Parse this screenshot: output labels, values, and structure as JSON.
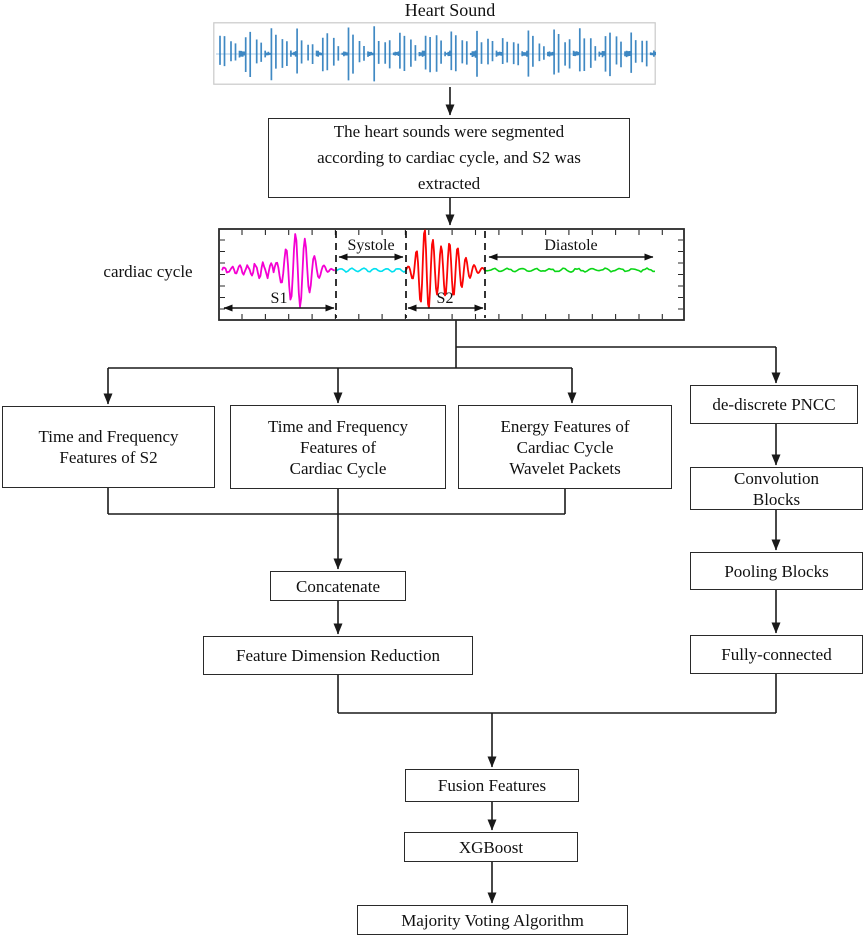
{
  "title": "Heart Sound",
  "nodes": {
    "segmentation": {
      "lines": [
        "The heart sounds were segmented",
        "according to cardiac cycle, and S2 was",
        "extracted"
      ]
    },
    "tf_s2": {
      "lines": [
        "Time and Frequency",
        "Features of S2"
      ]
    },
    "tf_cycle": {
      "lines": [
        "Time and Frequency",
        "Features of",
        "Cardiac Cycle"
      ]
    },
    "energy_wavelet": {
      "lines": [
        "Energy Features of",
        "Cardiac Cycle",
        "Wavelet Packets"
      ]
    },
    "pncc": {
      "lines": [
        "de-discrete PNCC"
      ]
    },
    "conv": {
      "lines": [
        "Convolution",
        "Blocks"
      ]
    },
    "pool": {
      "lines": [
        "Pooling Blocks"
      ]
    },
    "fc": {
      "lines": [
        "Fully-connected"
      ]
    },
    "concat": {
      "lines": [
        "Concatenate"
      ]
    },
    "fdr": {
      "lines": [
        "Feature Dimension Reduction"
      ]
    },
    "fusion": {
      "lines": [
        "Fusion Features"
      ]
    },
    "xgboost": {
      "lines": [
        "XGBoost"
      ]
    },
    "majority": {
      "lines": [
        "Majority Voting Algorithm"
      ]
    }
  },
  "cardiac_plot": {
    "ylabel": "cardiac cycle",
    "segments": [
      {
        "label": "S1",
        "color": "#f400d2"
      },
      {
        "label": "Systole",
        "color": "#00e0f0"
      },
      {
        "label": "S2",
        "color": "#fb0505"
      },
      {
        "label": "Diastole",
        "color": "#0ad616"
      }
    ]
  },
  "heart_sound_strip": {
    "color": "#2b7cbd",
    "border_color": "#c9c9c9"
  },
  "colors": {
    "line": "#1a1a1a",
    "box_border": "#2a2a2a",
    "background": "#ffffff"
  }
}
